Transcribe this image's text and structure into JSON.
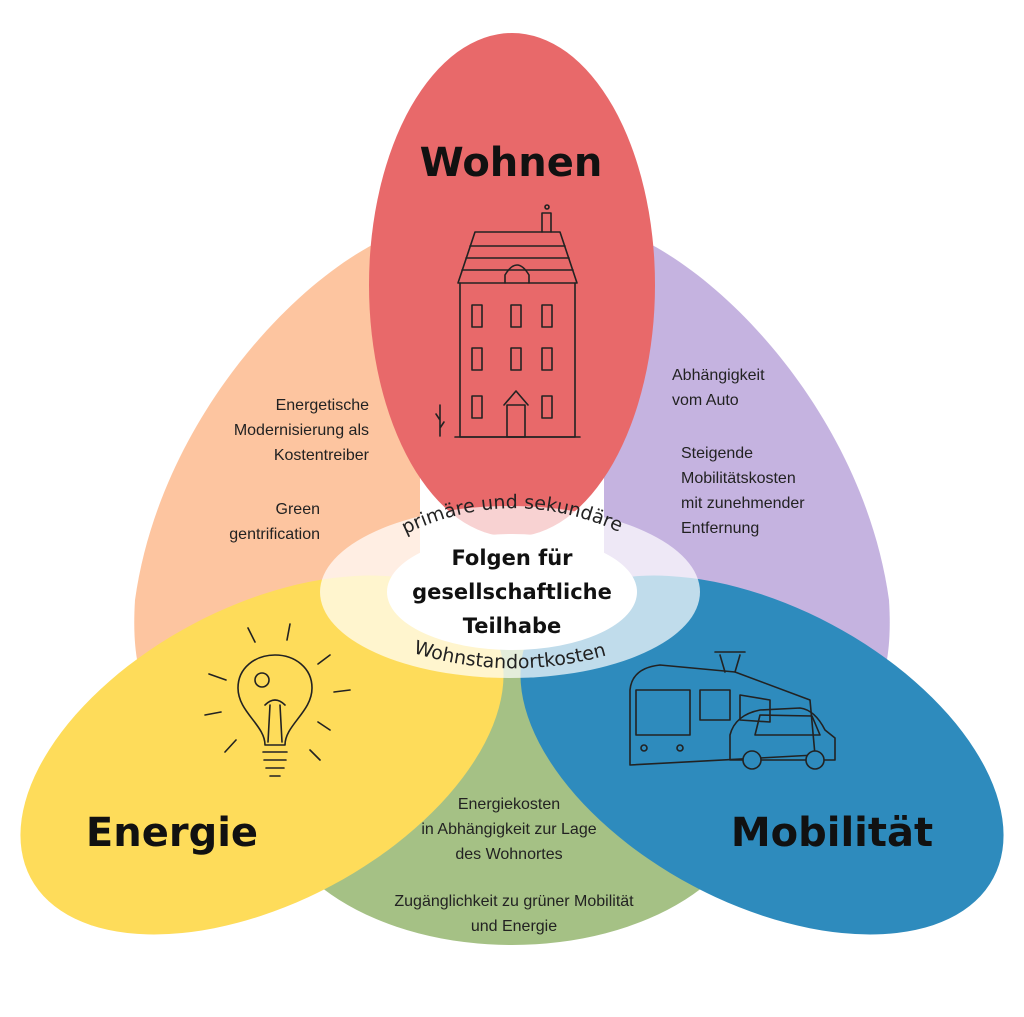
{
  "colors": {
    "wohnen": "#e8696a",
    "wohnen_energie_overlap": "#fdc5a0",
    "wohnen_mobilitaet_overlap": "#c5b3e0",
    "energie": "#fedc5a",
    "mobilitaet": "#2e8bbd",
    "energie_mobilitaet_overlap": "#a5c185"
  },
  "circles": {
    "wohnen": "Wohnen",
    "energie": "Energie",
    "mobilitaet": "Mobilität"
  },
  "overlaps": {
    "wohnen_energie": [
      "Energetische",
      "Modernisierung als",
      "Kostentreiber",
      "Green",
      "gentrification"
    ],
    "wohnen_mobilitaet": [
      "Abhängigkeit",
      "vom Auto",
      "Steigende",
      "Mobilitätskosten",
      "mit zunehmender",
      "Entfernung"
    ],
    "energie_mobilitaet": [
      "Energiekosten",
      "in Abhängigkeit zur Lage",
      "des Wohnortes",
      "Zugänglichkeit zu grüner Mobilität",
      "und Energie"
    ]
  },
  "center": {
    "arc_top": "primäre und sekundäre",
    "lines": [
      "Folgen für",
      "gesellschaftliche",
      "Teilhabe"
    ],
    "arc_bottom": "Wohnstandortkosten"
  },
  "icons": [
    "house-icon",
    "lightbulb-icon",
    "tram-icon",
    "car-icon"
  ]
}
